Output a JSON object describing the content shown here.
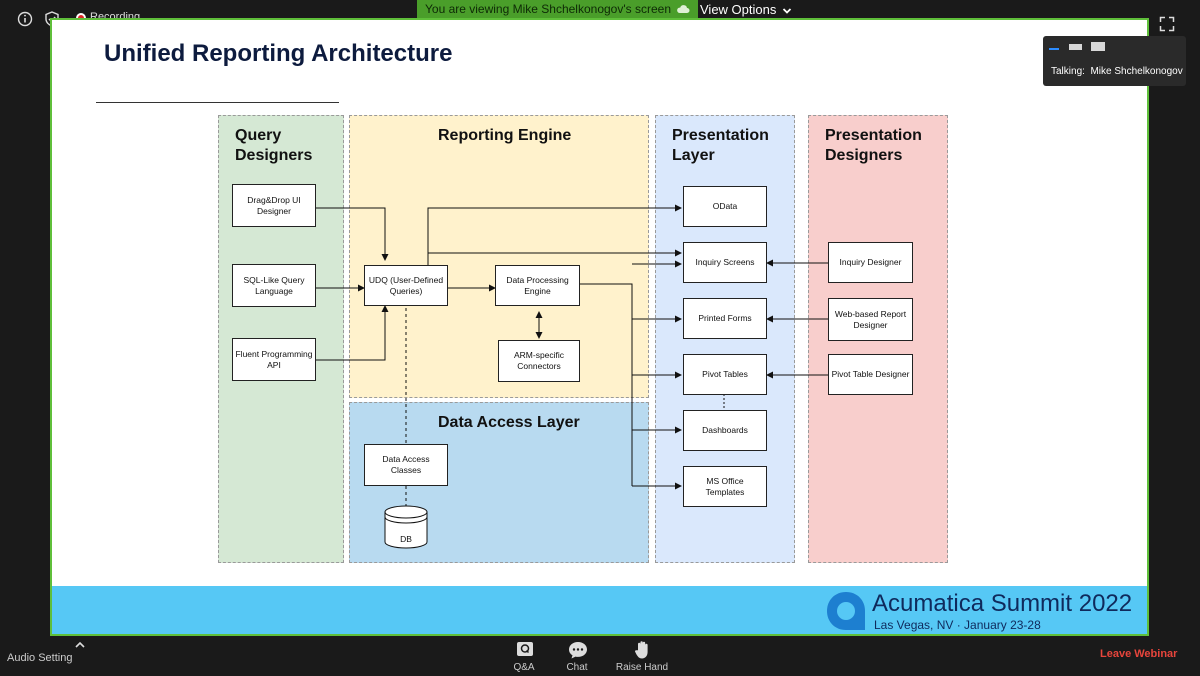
{
  "topbar": {
    "recording_label": "Recording",
    "share_banner": "You are viewing Mike Shchelkonogov's screen",
    "view_options": "View Options"
  },
  "talking": {
    "label": "Talking:",
    "name": "Mike Shchelkonogov"
  },
  "slide": {
    "title": "Unified Reporting Architecture",
    "regions": {
      "query_designers": [
        "Query",
        "Designers"
      ],
      "reporting_engine": "Reporting Engine",
      "data_access_layer": "Data Access Layer",
      "presentation_layer": [
        "Presentation",
        "Layer"
      ],
      "presentation_designers": [
        "Presentation",
        "Designers"
      ]
    },
    "nodes": {
      "dragdrop": [
        "Drag&Drop UI",
        "Designer"
      ],
      "sqllike": [
        "SQL-Like Query",
        "Language"
      ],
      "fluent": [
        "Fluent Programming",
        "API"
      ],
      "udq": [
        "UDQ (User-Defined",
        "Queries)"
      ],
      "dataproc": [
        "Data Processing",
        "Engine"
      ],
      "arm": [
        "ARM-specific",
        "Connectors"
      ],
      "dac": "Data Access Classes",
      "db": "DB",
      "odata": "OData",
      "inquiry": "Inquiry Screens",
      "printed": "Printed Forms",
      "pivot": "Pivot Tables",
      "dashboards": "Dashboards",
      "msoffice": "MS Office Templates",
      "inquiry_designer": "Inquiry Designer",
      "webreport": [
        "Web-based Report",
        "Designer"
      ],
      "pivot_designer": "Pivot Table Designer"
    },
    "footer": {
      "title": "Acumatica Summit 2022",
      "subtitle": "Las Vegas, NV · January 23-28"
    }
  },
  "bottombar": {
    "audio": "Audio Setting",
    "qa": "Q&A",
    "chat": "Chat",
    "raise_hand": "Raise Hand",
    "leave": "Leave Webinar"
  },
  "colors": {
    "share_green": "#4a9e2a",
    "query_bg": "#d5e8d4",
    "engine_bg": "#fff2cc",
    "dal_bg": "#b8daf0",
    "pres_bg": "#dae8fc",
    "pdes_bg": "#f8cecc",
    "footer_blue": "#56c8f5",
    "leave_red": "#e8453c"
  }
}
